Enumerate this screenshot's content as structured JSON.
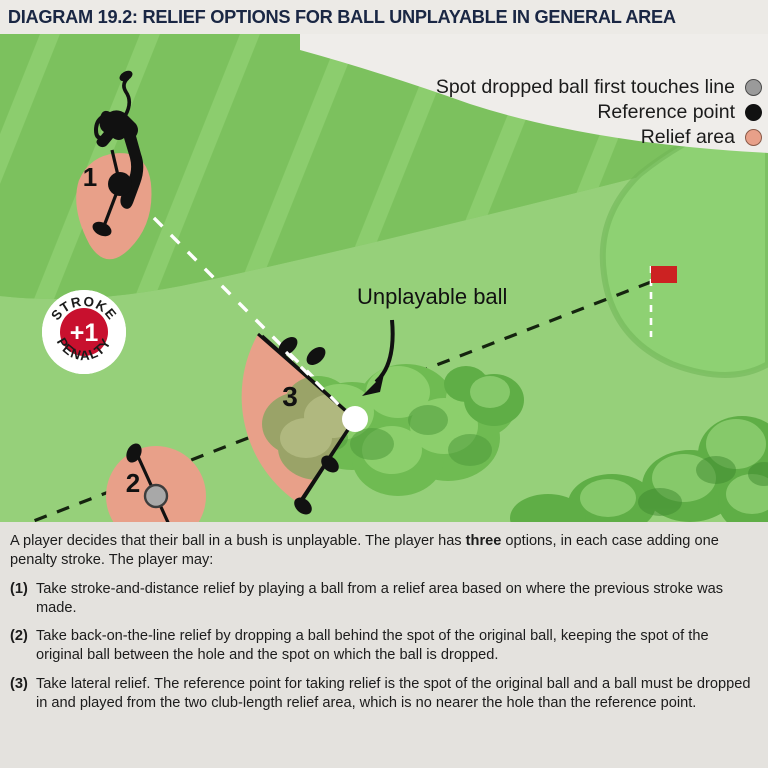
{
  "header": {
    "title": "DIAGRAM 19.2:  RELIEF OPTIONS FOR BALL UNPLAYABLE IN GENERAL AREA"
  },
  "legend": {
    "items": [
      {
        "label": "Spot dropped ball first touches line",
        "swatch": "grey-circle-icon"
      },
      {
        "label": "Reference point",
        "swatch": "black-circle-icon"
      },
      {
        "label": "Relief area",
        "swatch": "salmon-circle-icon"
      }
    ]
  },
  "scene": {
    "callout_label": "Unplayable ball",
    "markers": [
      {
        "number": "1"
      },
      {
        "number": "2"
      },
      {
        "number": "3"
      }
    ],
    "badge": {
      "top_text": "STROKE",
      "center_text": "+1",
      "bottom_text": "PENALTY"
    }
  },
  "caption": {
    "intro_before_bold": "A player decides that their ball in a bush is unplayable. The player has ",
    "intro_bold": "three",
    "intro_after_bold": " options, in each case adding one penalty stroke. The player may:",
    "items": [
      {
        "num": "(1)",
        "text": "Take stroke-and-distance relief by playing a ball from a relief area based on where the previous stroke was made."
      },
      {
        "num": "(2)",
        "text": "Take back-on-the-line relief by dropping a ball behind the spot of the original ball, keeping the spot of the original ball between the hole and the spot on which the ball is dropped."
      },
      {
        "num": "(3)",
        "text": "Take lateral relief. The reference point for taking relief is the spot of the original ball and a ball must be dropped in and played from the two club-length relief area, which is no nearer the hole than the reference point."
      }
    ]
  },
  "colors": {
    "header_bg": "#eceae6",
    "header_text": "#1a2744",
    "fairway": "#8ccd6e",
    "rough": "#96d07a",
    "green": "#8ed173",
    "relief_area": "#e8a089",
    "penalty_red": "#c8102e",
    "flag_red": "#cc2222",
    "caption_bg": "#e4e2de"
  }
}
